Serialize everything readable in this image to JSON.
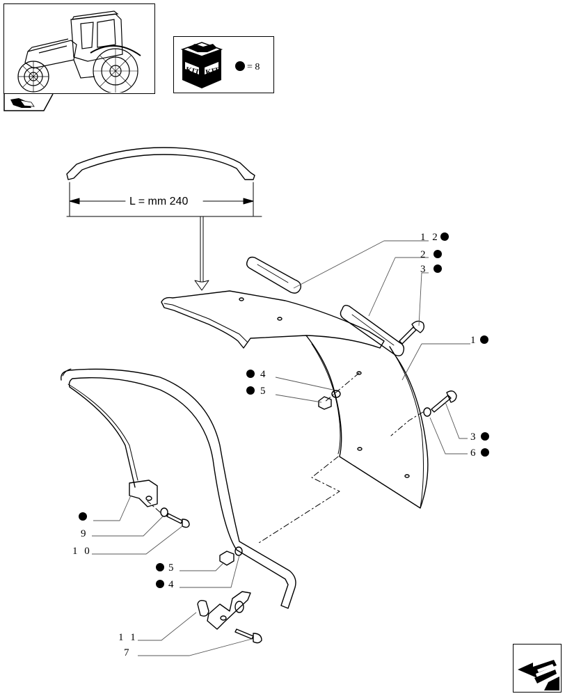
{
  "kit": {
    "box_label_left": "KIT",
    "box_label_right": "KIT",
    "legend_text": "= 8"
  },
  "dimension": {
    "label": "L = mm 240"
  },
  "callouts": {
    "c12": "1 2",
    "c2": "2",
    "c3a": "3",
    "c1": "1",
    "c4a": "4",
    "c5a": "5",
    "c3b": "3",
    "c6": "6",
    "c9": "9",
    "c10": "1 0",
    "c5b": "5",
    "c4b": "4",
    "c11": "1 1",
    "c7": "7"
  },
  "colors": {
    "line": "#000000",
    "leader": "#555555",
    "dot": "#000000"
  },
  "icons": {
    "thumbnail": "tractor-icon",
    "kit": "kit-box-icon",
    "prev": "previous-page-icon",
    "next": "next-page-icon"
  }
}
